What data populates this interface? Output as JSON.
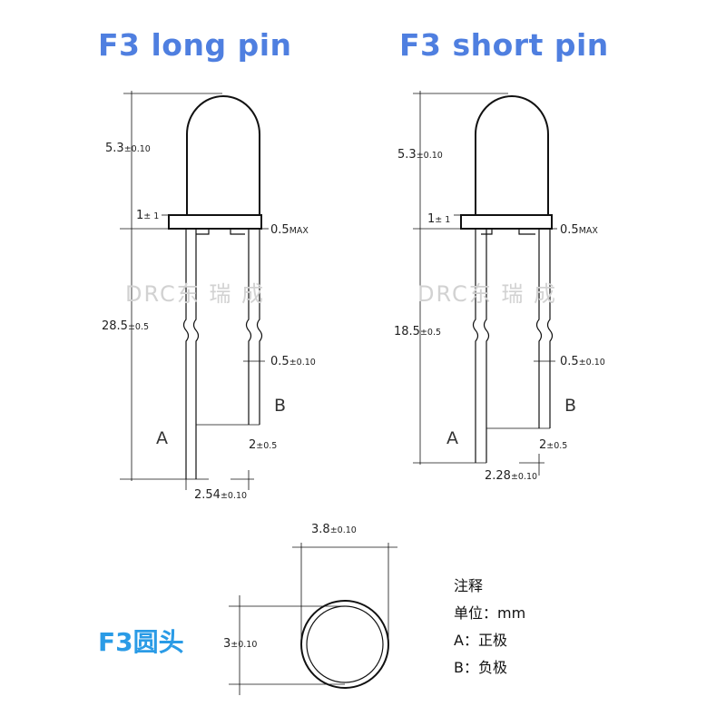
{
  "long": {
    "title": "F3 long pin",
    "dims": {
      "dome_h": "5.3",
      "dome_h_tol": "±0.10",
      "flange": "1",
      "flange_tol": "± 1",
      "gap": "0.5",
      "gap_unit": "MAX",
      "pin_len": "28.5",
      "pin_len_tol": "±0.5",
      "pin_w": "0.5",
      "pin_w_tol": "±0.10",
      "offset": "2",
      "offset_tol": "±0.5",
      "pitch": "2.54",
      "pitch_tol": "±0.10"
    },
    "pin_a": "A",
    "pin_b": "B"
  },
  "short": {
    "title": "F3 short pin",
    "dims": {
      "dome_h": "5.3",
      "dome_h_tol": "±0.10",
      "flange": "1",
      "flange_tol": "± 1",
      "gap": "0.5",
      "gap_unit": "MAX",
      "pin_len": "18.5",
      "pin_len_tol": "±0.5",
      "pin_w": "0.5",
      "pin_w_tol": "±0.10",
      "offset": "2",
      "offset_tol": "±0.5",
      "pitch": "2.28",
      "pitch_tol": "±0.10"
    },
    "pin_a": "A",
    "pin_b": "B"
  },
  "watermark": "DRC东 瑞 成",
  "top_view": {
    "label": "F3圆头",
    "width": "3.8",
    "width_tol": "±0.10",
    "height": "3",
    "height_tol": "±0.10"
  },
  "notes": {
    "title": "注释",
    "unit": "单位：mm",
    "a": "A：正极",
    "b": "B：负极"
  },
  "colors": {
    "title": "#4f7fe0",
    "round_label": "#2a9be6",
    "watermark": "#d2d2d2",
    "line": "#111111"
  }
}
